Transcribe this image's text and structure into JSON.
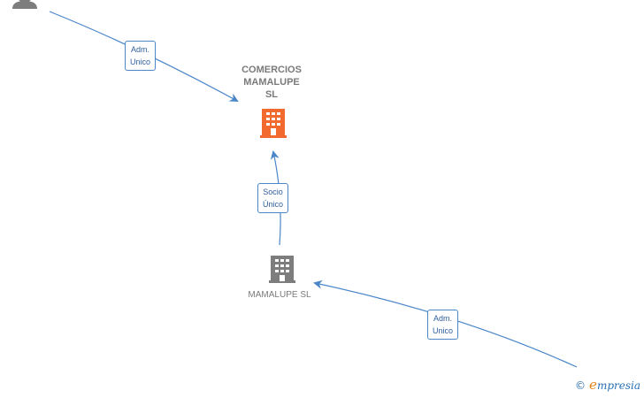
{
  "nodes": {
    "target": {
      "label_lines": [
        "COMERCIOS",
        "MAMALUPE",
        "SL"
      ],
      "color": "#f26a2e"
    },
    "parent": {
      "label_lines": [
        "MAMALUPE  SL"
      ],
      "color": "#7d7d7d"
    },
    "person": {
      "color": "#7d7d7d"
    }
  },
  "edges": {
    "person_to_target": {
      "label_lines": [
        "Adm.",
        "Unico"
      ]
    },
    "parent_to_target": {
      "label_lines": [
        "Socio",
        "Único"
      ]
    },
    "right_to_parent": {
      "label_lines": [
        "Adm.",
        "Unico"
      ]
    }
  },
  "colors": {
    "edge": "#4a86c8",
    "label_text": "#2f5f9e"
  },
  "watermark": {
    "copyright": "©",
    "brand_initial": "e",
    "brand_rest": "mpresia"
  }
}
